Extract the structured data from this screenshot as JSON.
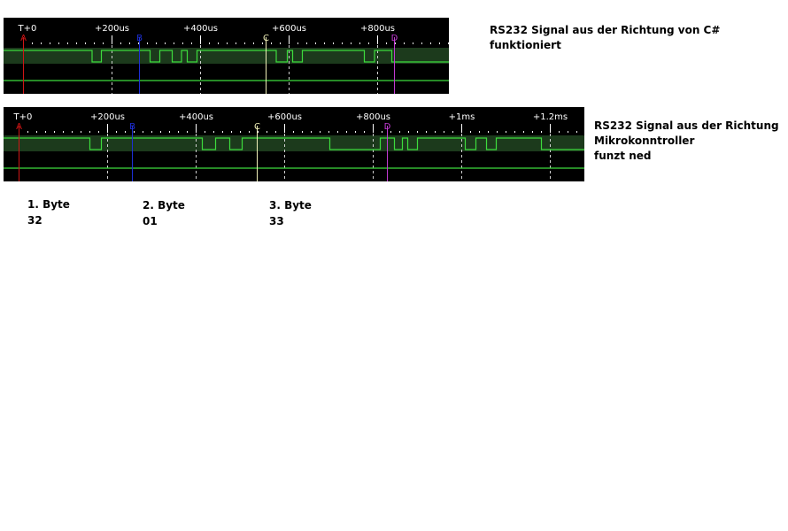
{
  "colors": {
    "background": "#000000",
    "band": "#1c3a1c",
    "signal": "#3ddc3d",
    "tick": "#ffffff",
    "marker_a": "#d01515",
    "marker_b": "#1d2fd8",
    "marker_c": "#f0f0b8",
    "marker_d": "#c23ad2"
  },
  "scopes": [
    {
      "time_labels": [
        "T+0",
        "+200us",
        "+400us",
        "+600us",
        "+800us"
      ],
      "markers": [
        {
          "label": "A",
          "t": 0,
          "color_key": "marker_a"
        },
        {
          "label": "B",
          "t": 262,
          "color_key": "marker_b"
        },
        {
          "label": "C",
          "t": 548,
          "color_key": "marker_c"
        },
        {
          "label": "D",
          "t": 838,
          "color_key": "marker_d"
        }
      ],
      "signal": [
        [
          0,
          1
        ],
        [
          155,
          0
        ],
        [
          176,
          1
        ],
        [
          286,
          0
        ],
        [
          308,
          1
        ],
        [
          336,
          0
        ],
        [
          357,
          1
        ],
        [
          370,
          0
        ],
        [
          392,
          1
        ],
        [
          571,
          0
        ],
        [
          596,
          1
        ],
        [
          608,
          0
        ],
        [
          630,
          1
        ],
        [
          770,
          0
        ],
        [
          793,
          1
        ],
        [
          832,
          0
        ],
        [
          960,
          0
        ]
      ],
      "caption": [
        "RS232 Signal aus der Richtung von C#",
        "funktioniert"
      ]
    },
    {
      "time_labels": [
        "T+0",
        "+200us",
        "+400us",
        "+600us",
        "+800us",
        "+1ms",
        "+1.2ms"
      ],
      "markers": [
        {
          "label": "A",
          "t": 0,
          "color_key": "marker_a"
        },
        {
          "label": "B",
          "t": 256,
          "color_key": "marker_b"
        },
        {
          "label": "C",
          "t": 538,
          "color_key": "marker_c"
        },
        {
          "label": "D",
          "t": 832,
          "color_key": "marker_d"
        }
      ],
      "signal": [
        [
          0,
          1
        ],
        [
          160,
          0
        ],
        [
          186,
          1
        ],
        [
          414,
          0
        ],
        [
          444,
          1
        ],
        [
          476,
          0
        ],
        [
          504,
          1
        ],
        [
          702,
          0
        ],
        [
          816,
          1
        ],
        [
          848,
          0
        ],
        [
          866,
          1
        ],
        [
          878,
          0
        ],
        [
          900,
          1
        ],
        [
          1008,
          0
        ],
        [
          1032,
          1
        ],
        [
          1056,
          0
        ],
        [
          1078,
          1
        ],
        [
          1180,
          0
        ],
        [
          1280,
          0
        ]
      ],
      "caption": [
        "RS232 Signal aus der Richtung",
        "Mikrokonntroller",
        "funzt ned"
      ]
    }
  ],
  "bytes": [
    {
      "label": "1. Byte",
      "value": "32"
    },
    {
      "label": "2. Byte",
      "value": "01"
    },
    {
      "label": "3. Byte",
      "value": "33"
    }
  ]
}
